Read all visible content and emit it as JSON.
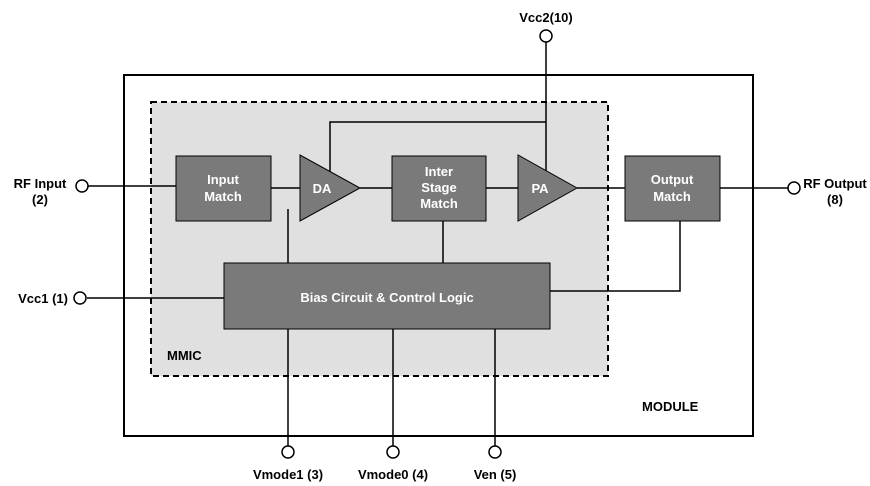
{
  "colors": {
    "block_fill": "#7a7a7a",
    "block_text": "#ffffff",
    "mmic_fill": "#e0e0e0",
    "line": "#000000",
    "background": "#ffffff"
  },
  "containers": {
    "module_label": "MODULE",
    "mmic_label": "MMIC"
  },
  "blocks": {
    "input_match": [
      "Input",
      "Match"
    ],
    "inter_stage_match": [
      "Inter",
      "Stage",
      "Match"
    ],
    "output_match": [
      "Output",
      "Match"
    ],
    "bias_control": "Bias Circuit & Control Logic"
  },
  "amplifiers": {
    "driver": "DA",
    "power": "PA"
  },
  "pins": {
    "rf_input": [
      "RF Input",
      "(2)"
    ],
    "rf_output": [
      "RF Output",
      "(8)"
    ],
    "vcc1": "Vcc1 (1)",
    "vcc2": "Vcc2(10)",
    "vmode1": "Vmode1 (3)",
    "vmode0": "Vmode0 (4)",
    "ven": "Ven (5)"
  }
}
